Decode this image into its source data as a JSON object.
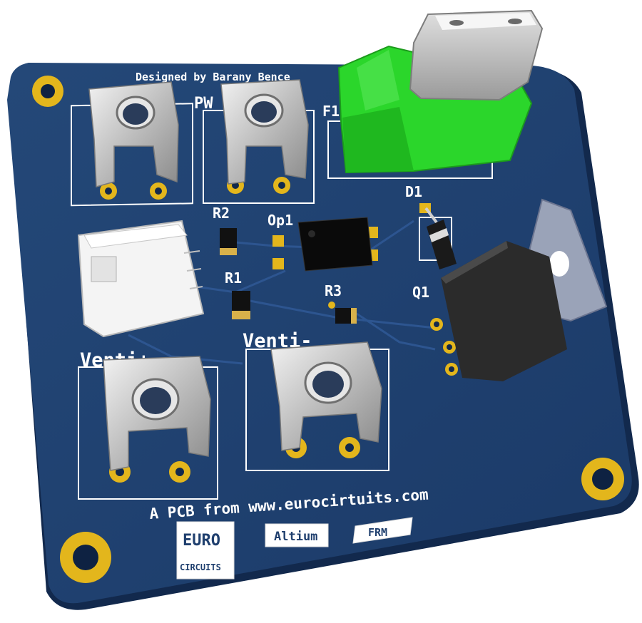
{
  "board": {
    "credit": "Designed by Barany Bence",
    "footer": "A PCB from www.eurocirtuits.com",
    "colors": {
      "pcb": "#1f3f6e",
      "pcb_edge": "#15305a",
      "pad": "#e3b61c",
      "fuse_holder": "#2bd62b",
      "silkscreen": "#ffffff"
    }
  },
  "labels": {
    "pwr": "PW",
    "fuse": "F1",
    "diode": "D1",
    "r2": "R2",
    "opto": "Op1",
    "r1": "R1",
    "r3": "R3",
    "transistor": "Q1",
    "venti_plus": "Venti+",
    "venti_minus": "Venti-"
  },
  "logos": {
    "eurocircuits_top": "EURO",
    "eurocircuits_bottom": "CIRCUITS",
    "altium": "Altium",
    "frm": "FRM"
  },
  "icons": [
    "mounting-hole-icon",
    "screw-terminal-icon",
    "usb-c-connector-icon",
    "fuse-holder-icon",
    "to220-transistor-icon",
    "diode-icon",
    "jst-connector-icon",
    "smd-resistor-icon",
    "opto-ic-icon"
  ]
}
